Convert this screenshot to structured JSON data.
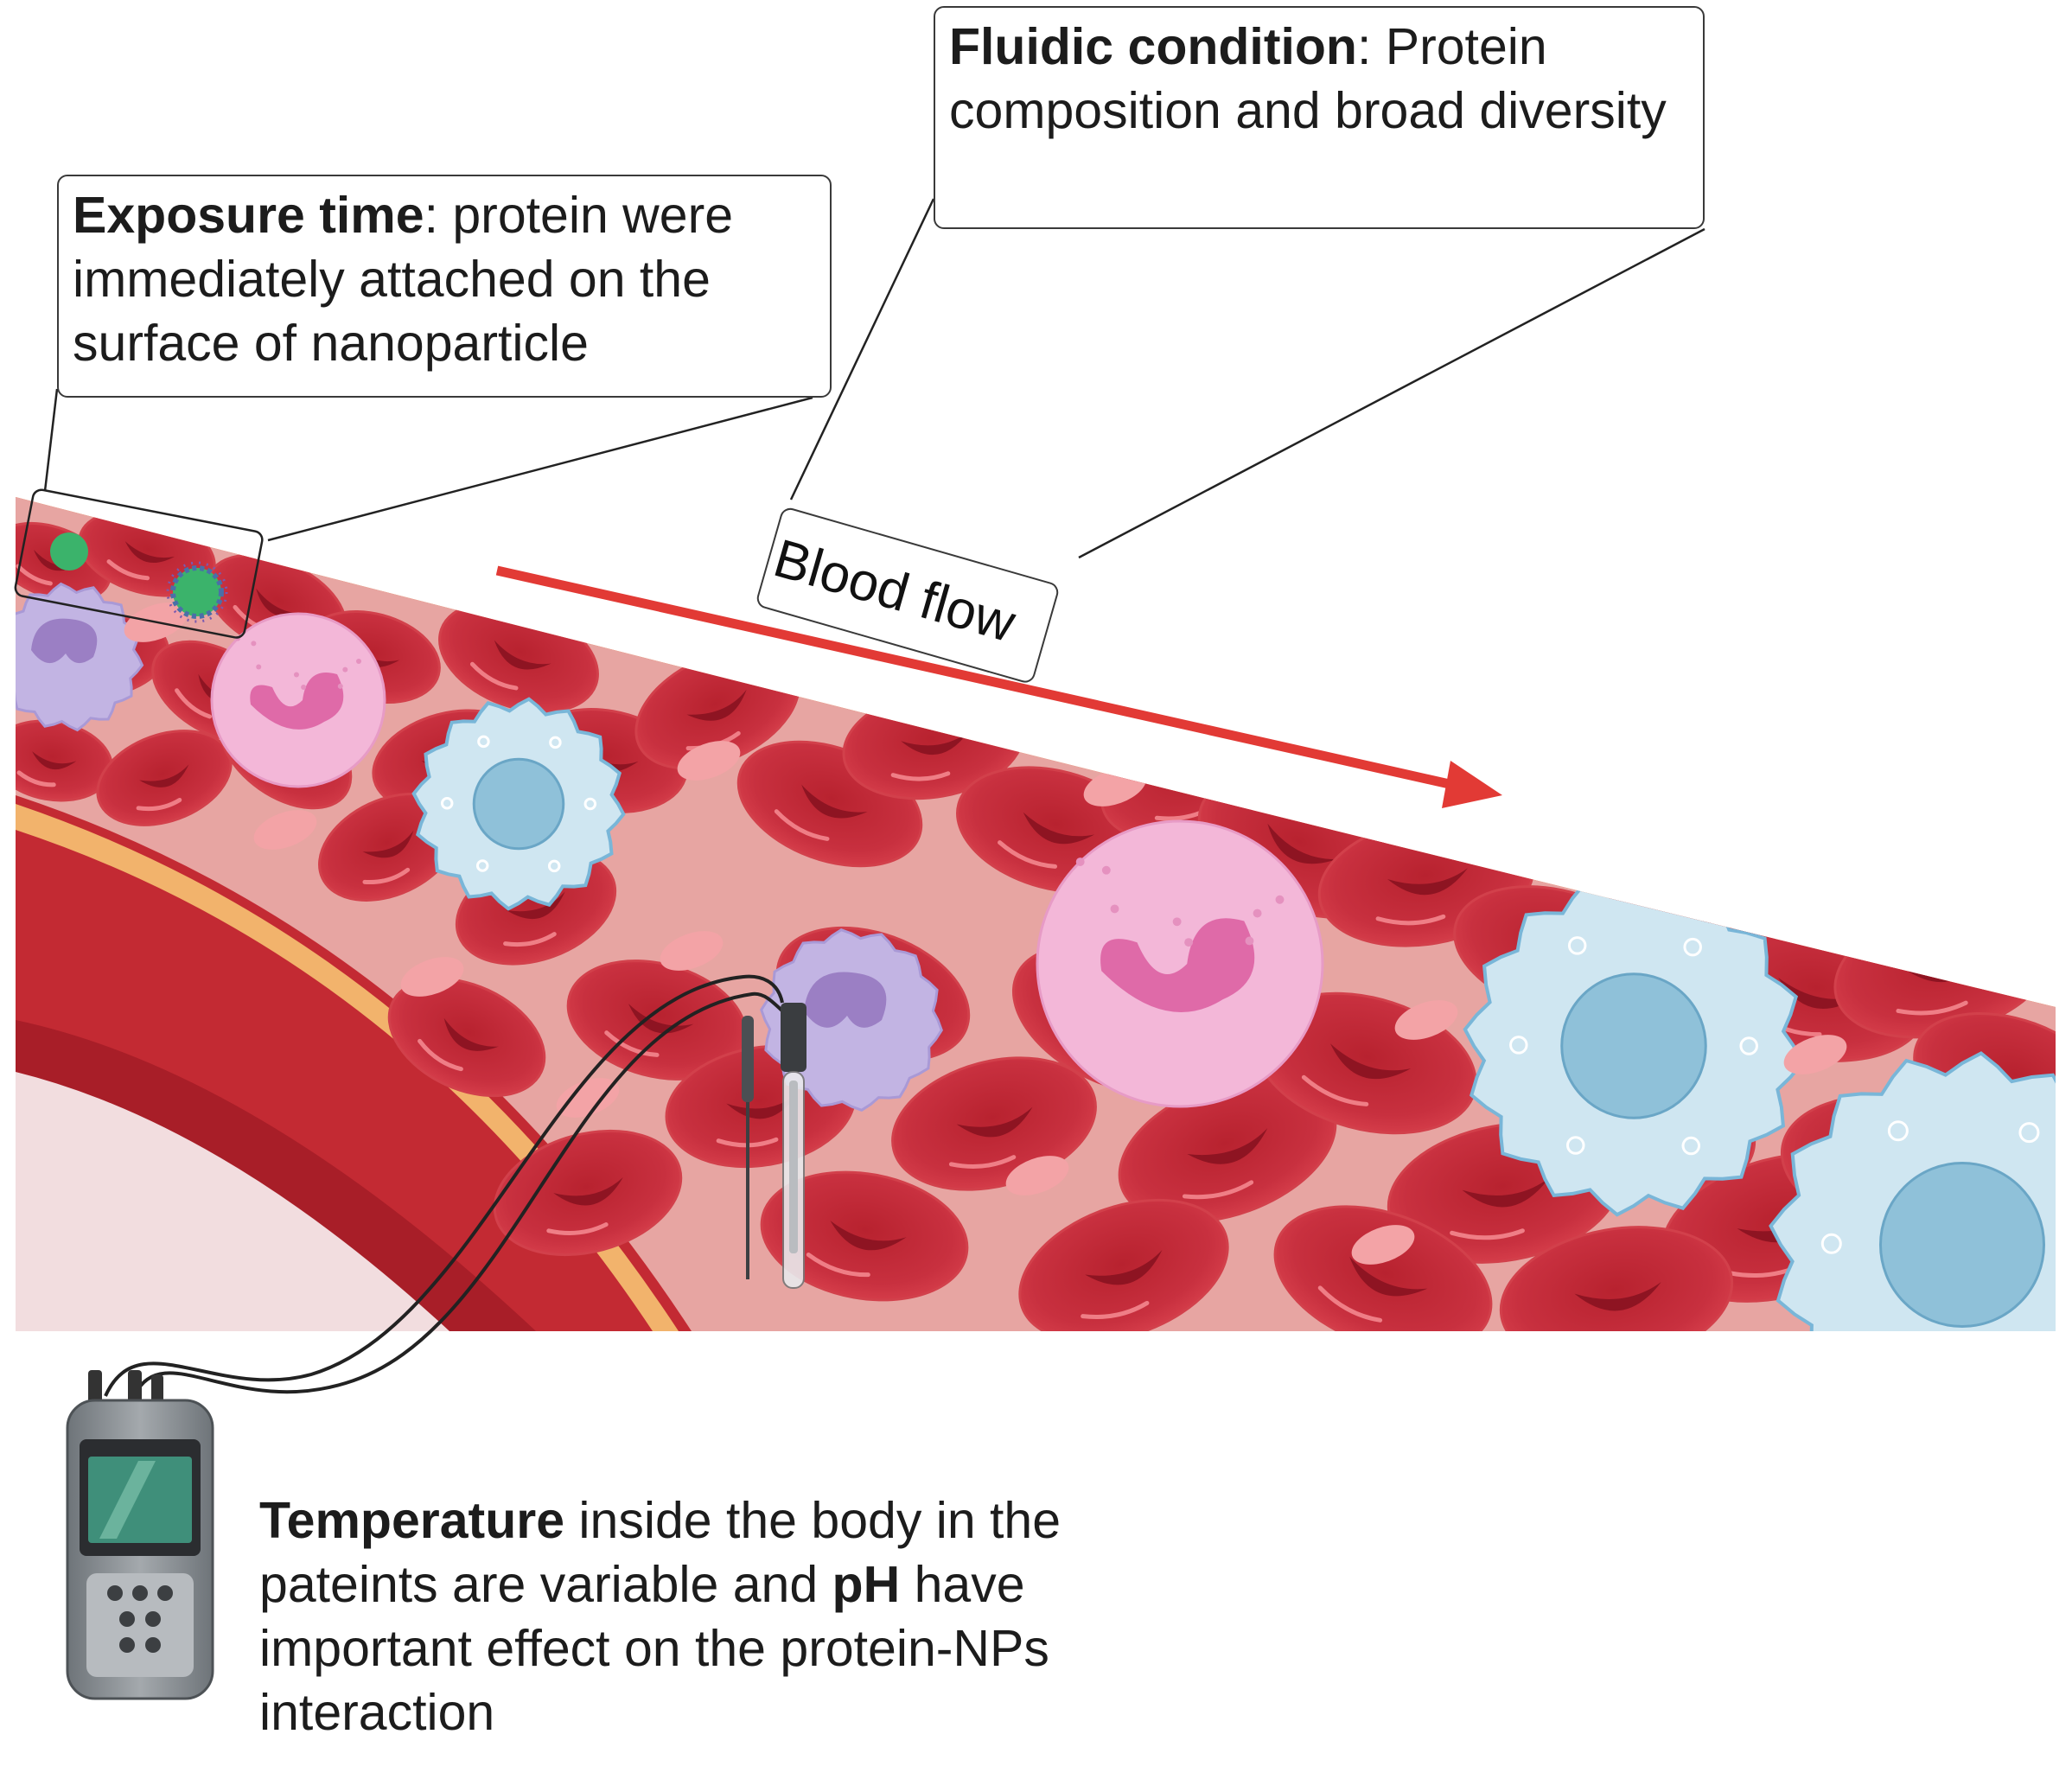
{
  "callouts": {
    "exposure": {
      "heading": "Exposure time",
      "text": ": protein were immediately attached on the surface of nanoparticle"
    },
    "fluidic": {
      "heading": "Fluidic condition",
      "text": ": Protein composition and broad diversity"
    },
    "blood_flow": "Blood flow"
  },
  "temperature": {
    "heading1": "Temperature",
    "text1": " inside the body in the pateints  are variable and ",
    "heading2": "pH",
    "text2": " have important effect on the protein-NPs interaction"
  },
  "colors": {
    "rbc": "#c8303f",
    "rbc_dark": "#8e1422",
    "plasma": "#e7a5a2",
    "vessel_wall": "#e86d12",
    "inner_wall": "#f2b36c",
    "flow_arrow": "#e23a35",
    "neutrophil": "#f3b7d8",
    "monocyte": "#c2b4e3",
    "lymphocyte": "#cfe6f1",
    "nanoparticle": "#3bb36b",
    "meter_body": "#8e9398",
    "meter_screen": "#3f8f7a"
  }
}
